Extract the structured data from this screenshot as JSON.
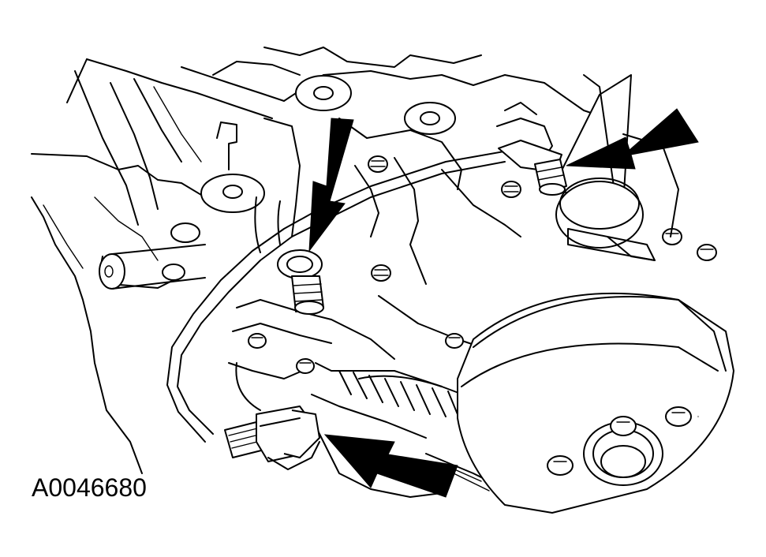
{
  "figure": {
    "id_label": "A0046680"
  },
  "colors": {
    "line": "#000000",
    "background": "#ffffff"
  },
  "callouts": [
    {
      "name": "arrow-upper-left-connector"
    },
    {
      "name": "arrow-upper-right-connector"
    },
    {
      "name": "arrow-lower-connector"
    }
  ]
}
